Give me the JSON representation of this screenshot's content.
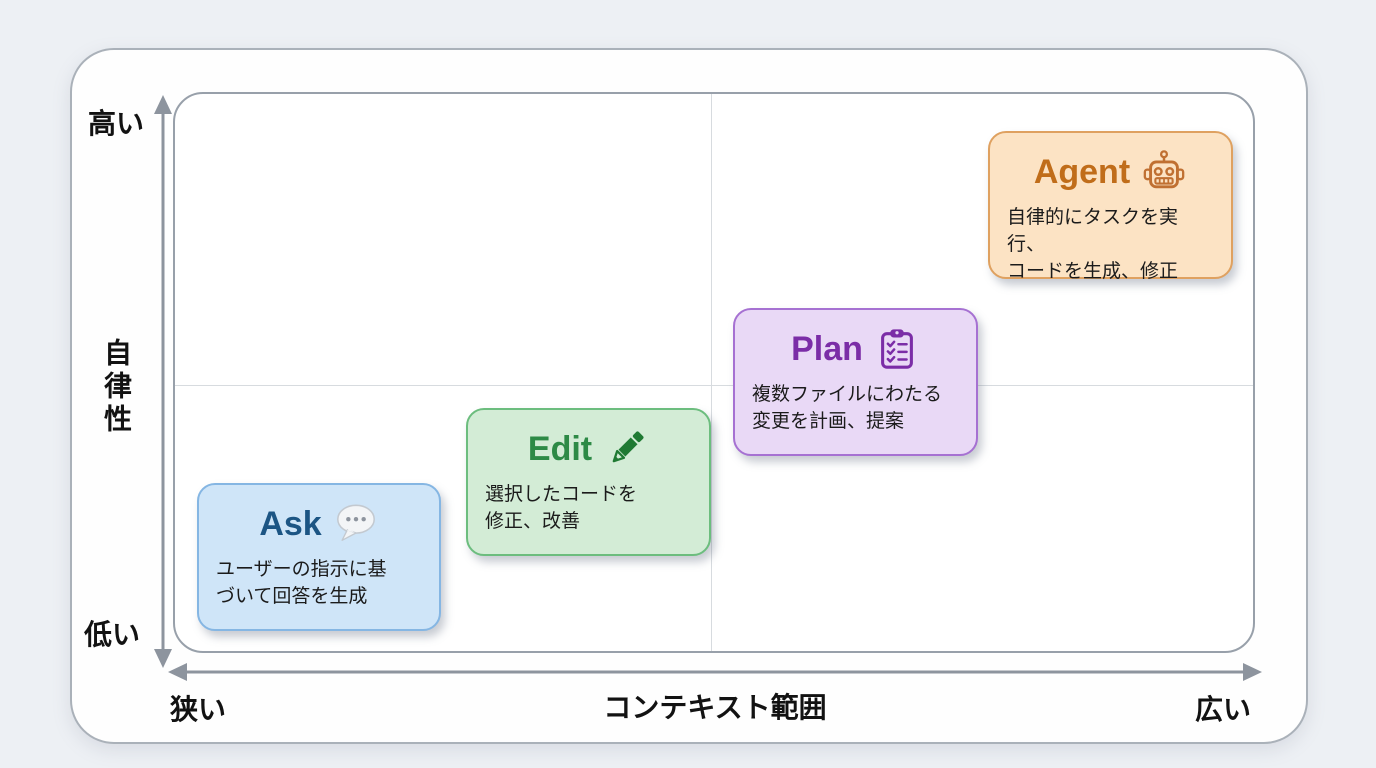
{
  "diagram": {
    "y_axis": {
      "label": "自律性",
      "top_label": "高い",
      "bottom_label": "低い"
    },
    "x_axis": {
      "label": "コンテキスト範囲",
      "left_label": "狭い",
      "right_label": "広い"
    },
    "colors": {
      "page_background": "#edf0f4",
      "panel_border": "#aab1b9",
      "plot_border": "#98a0aa",
      "axis_arrow": "#8d949e",
      "quadrant_line": "#d7dbdf"
    }
  },
  "cards": [
    {
      "title": "Ask",
      "icon": "speech-bubble-icon",
      "body_lines": [
        "ユーザーの指示に基",
        "づいて回答を生成"
      ],
      "colors": {
        "bg": "#cfe5f8",
        "border": "#85b6e3",
        "title": "#1c5584",
        "icon": "#aeb6bf"
      }
    },
    {
      "title": "Edit",
      "icon": "pencil-icon",
      "body_lines": [
        "選択したコードを",
        "修正、改善"
      ],
      "colors": {
        "bg": "#d3ecd6",
        "border": "#6cbd7e",
        "title": "#2d8a46",
        "icon": "#1f7a33"
      }
    },
    {
      "title": "Plan",
      "icon": "clipboard-checklist-icon",
      "body_lines": [
        "複数ファイルにわたる",
        "変更を計画、提案"
      ],
      "colors": {
        "bg": "#e9d9f6",
        "border": "#a671d2",
        "title": "#7b2da7",
        "icon": "#7b2da7"
      }
    },
    {
      "title": "Agent",
      "icon": "robot-icon",
      "body_lines": [
        "自律的にタスクを実行、",
        "コードを生成、修正"
      ],
      "colors": {
        "bg": "#fce3c4",
        "border": "#dfa160",
        "title": "#c06d1a",
        "icon": "#c07032"
      }
    }
  ]
}
